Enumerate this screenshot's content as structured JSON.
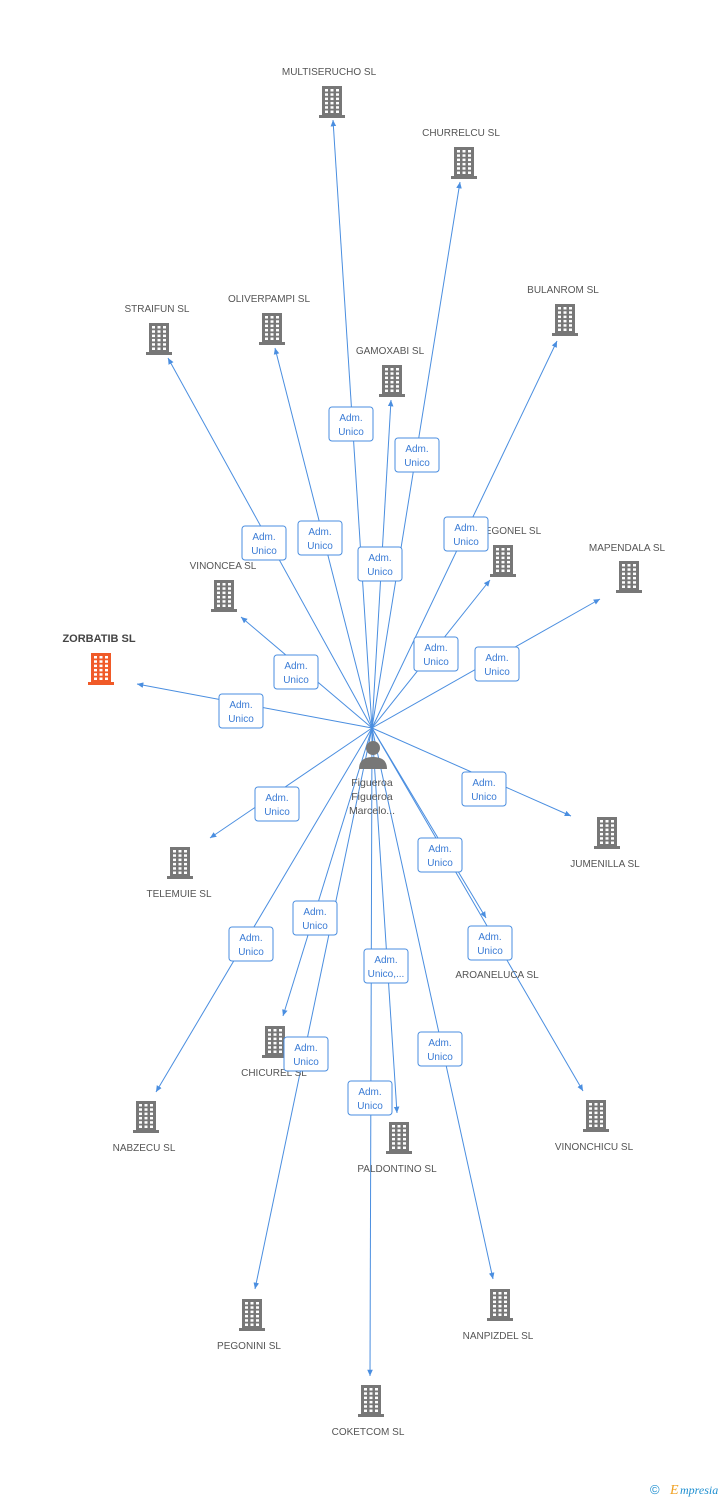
{
  "colors": {
    "edge": "#4a8ee0",
    "company": "#777777",
    "highlight": "#f05a28",
    "person": "#777777"
  },
  "person": {
    "lines": [
      "Figueroa",
      "Figueroa",
      "Marcelo..."
    ],
    "icon": "person-icon"
  },
  "companies": [
    {
      "id": "multiserucho",
      "name": "MULTISERUCHO SL"
    },
    {
      "id": "churrelcu",
      "name": "CHURRELCU SL"
    },
    {
      "id": "straifun",
      "name": "STRAIFUN SL"
    },
    {
      "id": "oliverpampi",
      "name": "OLIVERPAMPI SL"
    },
    {
      "id": "gamoxabi",
      "name": "GAMOXABI SL"
    },
    {
      "id": "bulanrom",
      "name": "BULANROM SL"
    },
    {
      "id": "egonel",
      "name": "EGONEL SL"
    },
    {
      "id": "mapendala",
      "name": "MAPENDALA SL"
    },
    {
      "id": "vinoncea",
      "name": "VINONCEA SL"
    },
    {
      "id": "zorbatib",
      "name": "ZORBATIB SL",
      "highlight": true
    },
    {
      "id": "telemuie",
      "name": "TELEMUIE SL"
    },
    {
      "id": "jumenilla",
      "name": "JUMENILLA SL"
    },
    {
      "id": "aroaneluca",
      "name": "AROANELUCA SL"
    },
    {
      "id": "chicurel",
      "name": "CHICUREL SL"
    },
    {
      "id": "nabzecu",
      "name": "NABZECU SL"
    },
    {
      "id": "vinonchicu",
      "name": "VINONCHICU SL"
    },
    {
      "id": "paldontino",
      "name": "PALDONTINO SL"
    },
    {
      "id": "pegonini",
      "name": "PEGONINI SL"
    },
    {
      "id": "napizdel",
      "name": "NANPIZDEL SL"
    },
    {
      "id": "coketcom",
      "name": "COKETCOM SL"
    }
  ],
  "edges": [
    {
      "to": "multiserucho",
      "label": [
        "Adm.",
        "Unico"
      ]
    },
    {
      "to": "churrelcu",
      "label": [
        "Adm.",
        "Unico"
      ]
    },
    {
      "to": "straifun",
      "label": [
        "Adm.",
        "Unico"
      ]
    },
    {
      "to": "oliverpampi",
      "label": [
        "Adm.",
        "Unico"
      ]
    },
    {
      "to": "gamoxabi",
      "label": [
        "Adm.",
        "Unico"
      ]
    },
    {
      "to": "bulanrom",
      "label": [
        "Adm.",
        "Unico"
      ]
    },
    {
      "to": "egonel",
      "label": [
        "Adm.",
        "Unico"
      ]
    },
    {
      "to": "mapendala",
      "label": [
        "Adm.",
        "Unico"
      ]
    },
    {
      "to": "vinoncea",
      "label": [
        "Adm.",
        "Unico"
      ]
    },
    {
      "to": "zorbatib",
      "label": [
        "Adm.",
        "Unico"
      ]
    },
    {
      "to": "telemuie",
      "label": [
        "Adm.",
        "Unico"
      ]
    },
    {
      "to": "jumenilla",
      "label": [
        "Adm.",
        "Unico"
      ]
    },
    {
      "to": "aroaneluca",
      "label": [
        "Adm.",
        "Unico"
      ]
    },
    {
      "to": "vinonchicu",
      "label": [
        "Adm.",
        "Unico"
      ]
    },
    {
      "to": "chicurel",
      "label": [
        "Adm.",
        "Unico"
      ]
    },
    {
      "to": "nabzecu",
      "label": [
        "Adm.",
        "Unico"
      ]
    },
    {
      "to": "paldontino",
      "label": [
        "Adm.",
        "Unico,..."
      ]
    },
    {
      "to": "pegonini",
      "label": [
        "Adm.",
        "Unico"
      ]
    },
    {
      "to": "coketcom",
      "label": [
        "Adm.",
        "Unico"
      ]
    },
    {
      "to": "napizdel",
      "label": [
        "Adm.",
        "Unico"
      ]
    }
  ],
  "footer": {
    "copyright": "©",
    "brand_initial": "E",
    "brand_rest": "mpresia"
  }
}
